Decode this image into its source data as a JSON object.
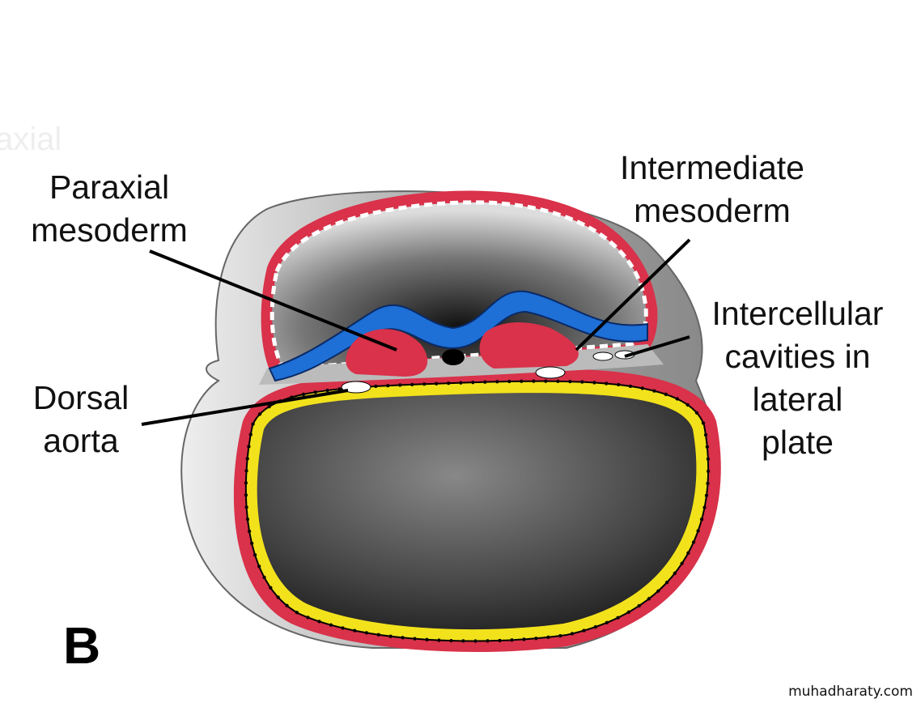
{
  "figure": {
    "panel_letter": "B",
    "ghost_text": "axial",
    "labels": {
      "paraxial": [
        "Paraxial",
        "mesoderm"
      ],
      "intermediate": [
        "Intermediate",
        "mesoderm"
      ],
      "intercellular": [
        "Intercellular",
        "cavities in",
        "lateral",
        "plate"
      ],
      "dorsal_aorta": [
        "Dorsal",
        "aorta"
      ]
    },
    "watermark": "muhadharaty.com",
    "colors": {
      "mesoderm": "#d9324a",
      "neural_plate": "#1e6fd6",
      "endoderm": "#f2e21b"
    }
  }
}
